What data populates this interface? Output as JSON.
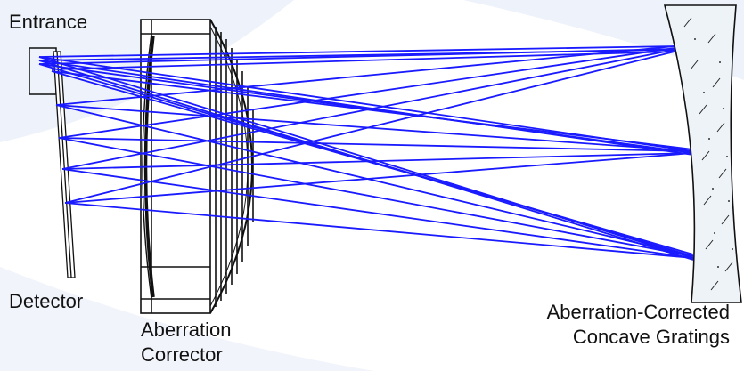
{
  "labels": {
    "entrance": "Entrance",
    "detector": "Detector",
    "corrector_line1": "Aberration",
    "corrector_line2": "Corrector",
    "grating_line1": "Aberration-Corrected",
    "grating_line2": "Concave Gratings"
  },
  "colors": {
    "ray": "#1a1aff",
    "outline": "#111111",
    "grating_fill": "#eef3f7",
    "background_swoosh": "#e8eef8"
  }
}
